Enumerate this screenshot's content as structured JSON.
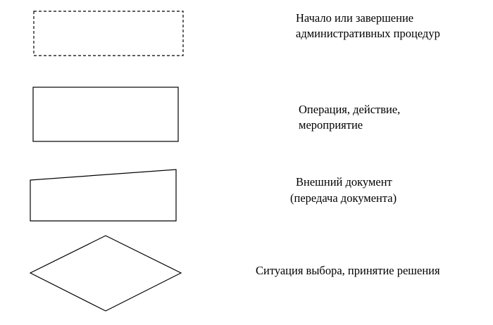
{
  "legend": {
    "items": [
      {
        "shape": "terminator-dashed-rectangle",
        "lines": [
          "Начало или завершение",
          "административных процедур"
        ]
      },
      {
        "shape": "process-rectangle",
        "lines": [
          "Операция, действие,",
          "мероприятие"
        ]
      },
      {
        "shape": "external-document-trapezoid",
        "lines": [
          "Внешний документ",
          "(передача документа)"
        ]
      },
      {
        "shape": "decision-diamond",
        "lines": [
          "Ситуация выбора, принятие решения"
        ]
      }
    ]
  },
  "colors": {
    "stroke": "#000000",
    "background": "#ffffff"
  }
}
